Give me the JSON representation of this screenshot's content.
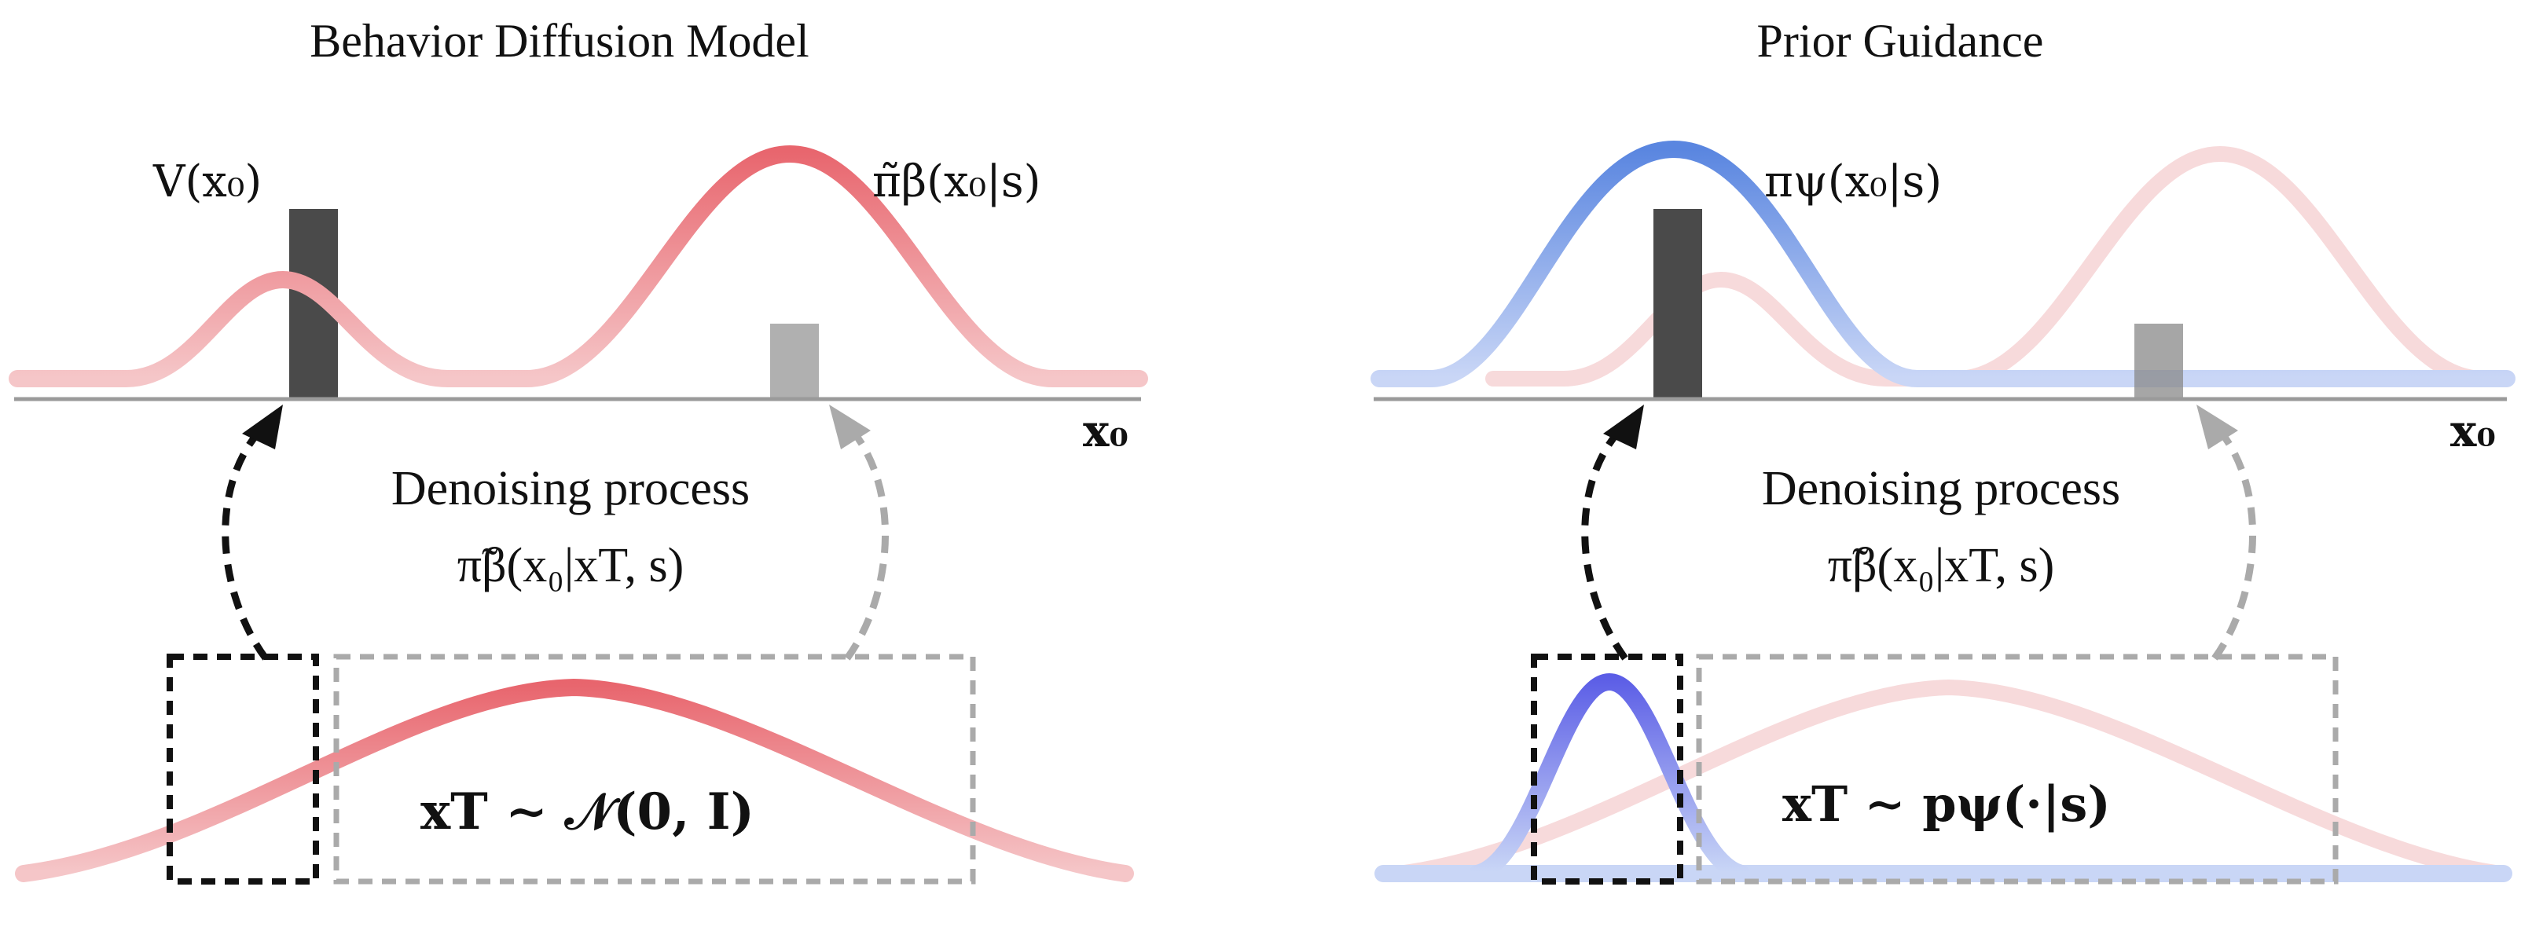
{
  "left_panel": {
    "title": "Behavior Diffusion Model",
    "value_label": "V(x₀)",
    "policy_label": "π̃β(x₀|s)",
    "axis_label": "x₀",
    "process_title": "Denoising process",
    "process_formula": "π̃β(x₀|xT, s)",
    "noise_label": "xT ∼ 𝒩(0, I)"
  },
  "right_panel": {
    "title": "Prior Guidance",
    "policy_label": "πψ(x₀|s)",
    "axis_label": "x₀",
    "process_title": "Denoising process",
    "process_formula": "π̃β(x₀|xT, s)",
    "noise_label": "xT ∼ pψ(·|s)"
  },
  "colors": {
    "red": "#e8656d",
    "red_light": "#f5c6c8",
    "blue": "#5a86e0",
    "blue_light": "#c9d6f6",
    "violet": "#5a5ce6",
    "bar_dark": "#4a4a4a",
    "bar_light": "#b0b0b0",
    "axis": "#9a9a9a",
    "black_dash": "#111111",
    "gray_dash": "#aaaaaa"
  }
}
